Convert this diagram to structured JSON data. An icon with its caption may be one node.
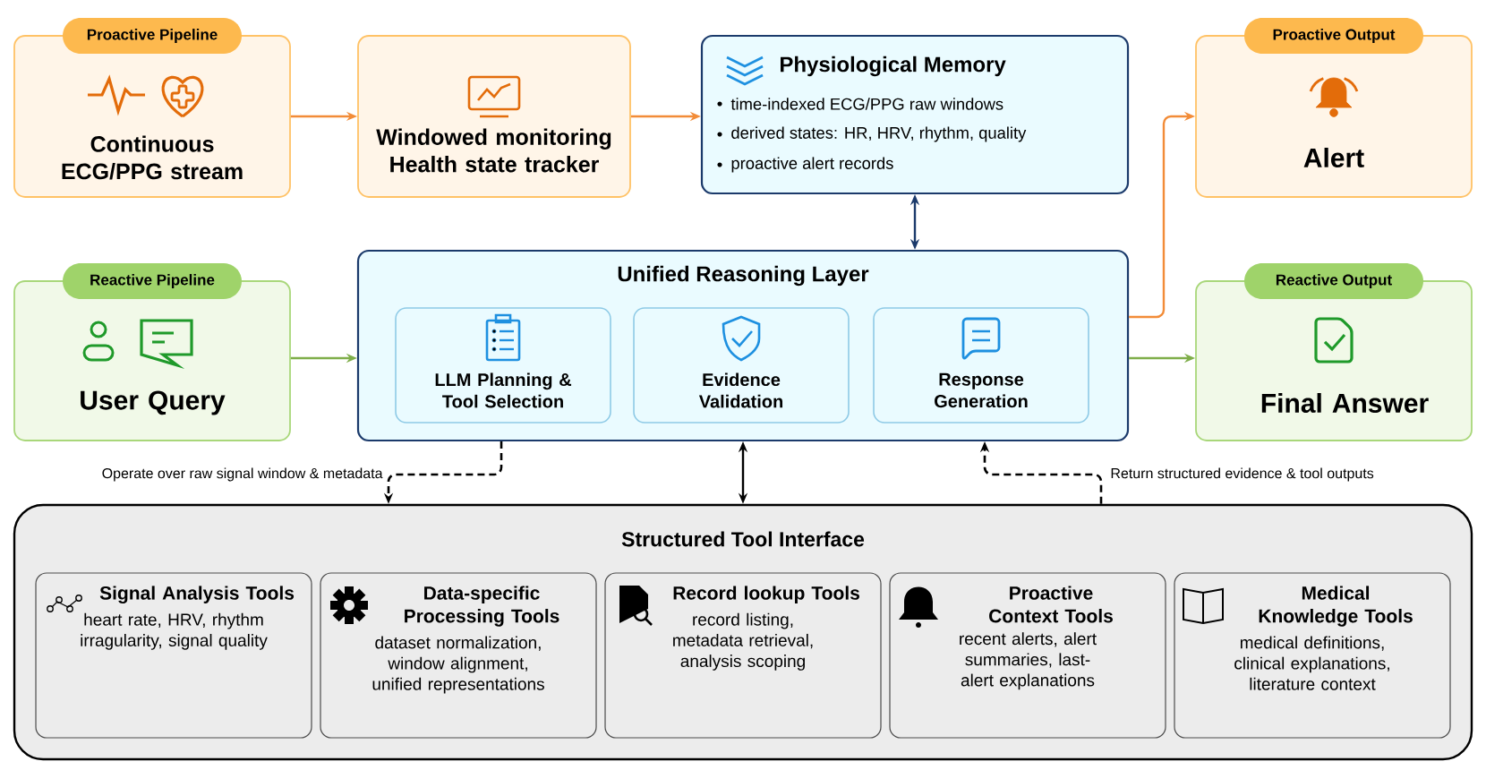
{
  "diagram": {
    "nodes": [
      {
        "text": [
          "Proactive Pipeline",
          "Continuous ECG/PPG stream"
        ]
      },
      {
        "text": [
          "Windowed monitoring Health state tracker"
        ]
      },
      {
        "text": [
          "Physiological Memory",
          "time-indexed ECG/PPG raw windows",
          "derived states: HR, HRV, rhythm, quality",
          "proactive alert records"
        ]
      },
      {
        "text": [
          "Proactive Output",
          "Alert"
        ]
      },
      {
        "text": [
          "Reactive Pipeline",
          "User Query"
        ]
      },
      {
        "text": [
          "Unified Reasoning Layer"
        ]
      },
      {
        "text": [
          "LLM Planning & Tool Selection"
        ],
        "in": 5
      },
      {
        "text": [
          "Evidence Validation"
        ],
        "in": 5
      },
      {
        "text": [
          "Response Generation"
        ],
        "in": 5
      },
      {
        "text": [
          "Reactive Output",
          "Final Answer"
        ]
      },
      {
        "text": [
          "Structured Tool Interface"
        ]
      },
      {
        "text": [
          "Signal Analysis Tools",
          "heart rate, HRV, rhythm irragularity, signal quality"
        ],
        "in": 10
      },
      {
        "text": [
          "Data-specific Processing Tools",
          "dataset normalization, window alignment, unified representations"
        ],
        "in": 10
      },
      {
        "text": [
          "Record lookup Tools",
          "record listing, metadata retrieval, analysis scoping"
        ],
        "in": 10
      },
      {
        "text": [
          "Proactive Context Tools",
          "recent alerts, alert summaries, last-alert explanations"
        ],
        "in": 10
      },
      {
        "text": [
          "Medical Knowledge Tools",
          "medical definitions, clinical explanations, literature context"
        ],
        "in": 10
      }
    ],
    "edges": [
      {
        "from": 0,
        "to": 1,
        "arrow": "to",
        "color": "#f28c38"
      },
      {
        "from": 1,
        "to": 2,
        "arrow": "to",
        "color": "#f28c38"
      },
      {
        "from": 2,
        "to": 5,
        "arrow": "both",
        "color": "#1b3a6b"
      },
      {
        "from": 5,
        "to": 3,
        "arrow": "to",
        "color": "#f28c38"
      },
      {
        "from": 4,
        "to": 5,
        "arrow": "to",
        "color": "#7fae4a"
      },
      {
        "from": 5,
        "to": 9,
        "arrow": "to",
        "color": "#7fae4a"
      },
      {
        "from": 5,
        "to": 10,
        "arrow": "to",
        "style": "dashed",
        "color": "#000000",
        "label": "Operate over raw signal window & metadata"
      },
      {
        "from": 5,
        "to": 10,
        "arrow": "both",
        "color": "#000000"
      },
      {
        "from": 10,
        "to": 5,
        "arrow": "to",
        "style": "dashed",
        "color": "#000000",
        "label": "Return structured evidence & tool outputs"
      }
    ]
  }
}
